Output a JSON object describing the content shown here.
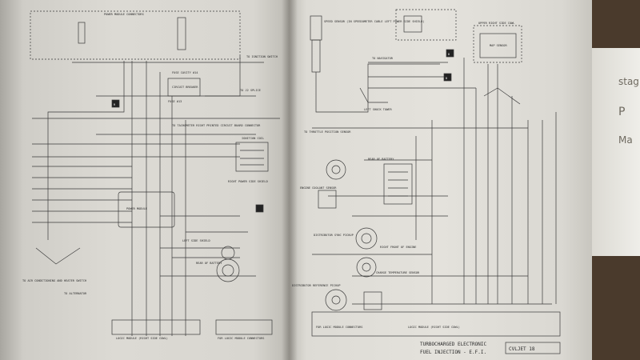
{
  "left_page": {
    "power_module_connectors": "POWER MODULE CONNECTORS",
    "fuse_cavity": "FUSE CAVITY #14",
    "circuit_breaker": "CIRCUIT BREAKER",
    "fuse": "FUSE #13",
    "ignition_switch": "TO IGNITION SWITCH",
    "splice": "TO J2 SPLICE",
    "tachometer": "TO TACHOMETER RIGHT PRINTED CIRCUIT BOARD CONNECTOR",
    "ignition_coil": "IGNITION COIL",
    "right_power_side_shield": "RIGHT POWER SIDE SHIELD",
    "power_module": "POWER MODULE",
    "left_side_shield": "LEFT SIDE SHIELD",
    "rear_battery": "REAR OF BATTERY",
    "to_air_conditioning": "TO AIR CONDITIONING AND HEATER SWITCH",
    "to_alternator": "TO ALTERNATOR",
    "logic_module_left": "LOGIC MODULE (RIGHT SIDE COWL)",
    "logic_module_right": "FOR LOGIC MODULE CONNECTORS",
    "marker": "R"
  },
  "right_page": {
    "speed_sensor": "SPEED SENSOR (IN SPEEDOMETER CABLE LEFT POWER SIDE SHIELD)",
    "upper_right_side_cowl": "UPPER RIGHT SIDE COWL",
    "map_sensor": "MAP SENSOR",
    "to_navigator": "TO NAVIGATOR",
    "left_shock_tower": "LEFT SHOCK TOWER",
    "throttle_position_sensor": "TO THROTTLE POSITION SENSOR",
    "rear_of_battery": "REAR OF BATTERY",
    "engine_coolant_sensor": "ENGINE COOLANT SENSOR",
    "distributor_sync_pickup": "DISTRIBUTOR SYNC PICKUP",
    "right_front_engine": "RIGHT FRONT OF ENGINE",
    "charge_temperature_sensor": "CHARGE TEMPERATURE SENSOR",
    "distributor_reference_pickup": "DISTRIBUTOR REFERENCE PICKUP",
    "logic_module_connectors": "FOR LOGIC MODULE CONNECTORS",
    "logic_module": "LOGIC MODULE (RIGHT SIDE COWL)",
    "title_line1": "TURBOCHARGED ELECTRONIC",
    "title_line2": "FUEL INJECTION - E.F.I.",
    "page_code": "CVLJET  18",
    "marker_a": "D",
    "marker_b": "D"
  },
  "background": {
    "right_edge_lines": [
      "stag",
      "P",
      "Ma"
    ]
  }
}
